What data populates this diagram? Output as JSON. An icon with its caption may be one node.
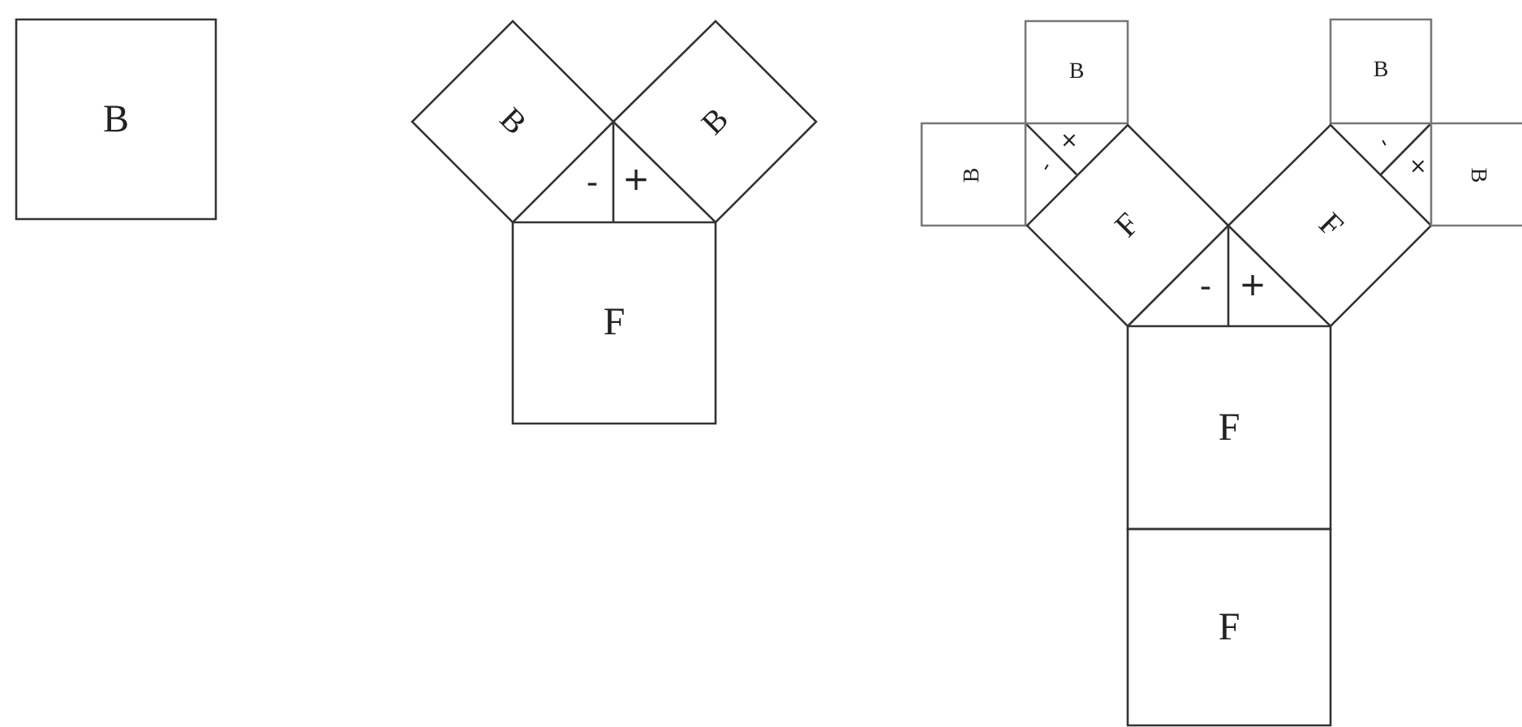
{
  "diagram": {
    "nodes": [
      {
        "text": [
          "B"
        ]
      },
      {
        "text": [
          "B"
        ]
      },
      {
        "text": [
          "B"
        ]
      },
      {
        "text": [
          "F"
        ]
      },
      {
        "text": [
          "B"
        ]
      },
      {
        "text": [
          "B"
        ]
      },
      {
        "text": [
          "B"
        ]
      },
      {
        "text": [
          "F"
        ]
      },
      {
        "text": [
          "F"
        ]
      },
      {
        "text": [
          "B"
        ]
      },
      {
        "text": [
          "F"
        ]
      },
      {
        "text": [
          "F"
        ]
      }
    ],
    "labels": [
      "-",
      "+",
      "×",
      "-",
      "-",
      "×",
      "-",
      "+"
    ]
  }
}
